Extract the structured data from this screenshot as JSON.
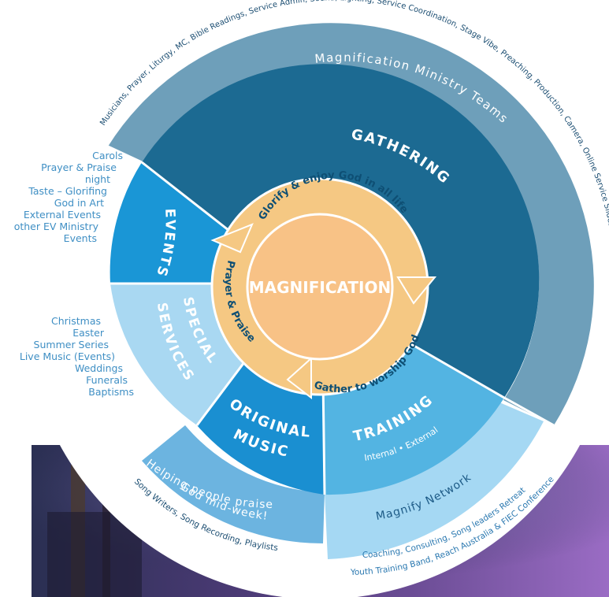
{
  "center": {
    "title": "MAGNIFICATION"
  },
  "cycle": {
    "top": "Glorify & enjoy God in all life",
    "right": "Gather to worship God",
    "left": "Prayer & Praise"
  },
  "segments": {
    "gathering": "GATHERING",
    "events": "EVENTS",
    "special_services": [
      "SPECIAL",
      "SERVICES"
    ],
    "original_music": [
      "ORIGINAL",
      "MUSIC"
    ],
    "training": "TRAINING",
    "training_sub": "Internal • External"
  },
  "outer_bands": {
    "ministry_teams": "Magnification Ministry Teams",
    "ministry_teams_list": "Musicians, Prayer, Liturgy, MC, Bible Readings, Service Admin, Sound, Lighting, Service Coordination, Stage Vibe, Preaching, Production, Camera, Online Service Slides",
    "magify_network": "Magnify Network",
    "network_list_1": "Coaching, Consulting, Song leaders Retreat",
    "network_list_2": "Youth Training Band, Reach Australia & FIEC Conference",
    "music_band_1": "Helping people praise",
    "music_band_2": "God mid-week!",
    "music_list": "Song Writers, Song Recording, Playlists"
  },
  "events_list": [
    "Carols",
    "Prayer & Praise",
    "night",
    "Taste – Glorifing",
    "God in Art",
    "External Events",
    "other EV Ministry",
    "Events"
  ],
  "special_services_list": [
    "Christmas",
    "Easter",
    "Summer Series",
    "Live Music (Events)",
    "Weddings",
    "Funerals",
    "Baptisms"
  ],
  "colors": {
    "teams_ring": "#6e9fba",
    "gathering": "#1c6a92",
    "events": "#1a96d6",
    "special": "#a9d8f2",
    "original": "#1a8fd1",
    "training": "#53b4e2",
    "network": "#a5d8f3",
    "ring": "#f5c883",
    "center": "#f8c286",
    "text_dark": "#0e4f74",
    "side_text": "#3f8fc4"
  }
}
